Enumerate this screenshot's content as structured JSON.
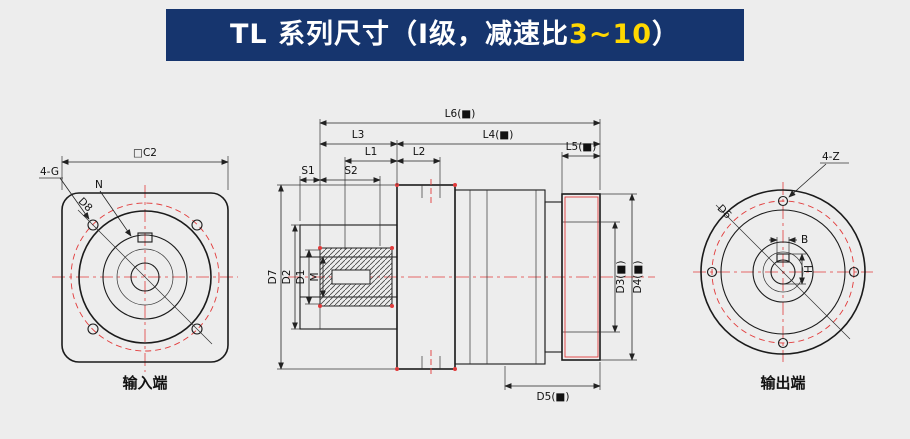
{
  "title": {
    "prefix": "TL 系列尺寸（Ⅰ级，减速比",
    "highlight": "3~10",
    "suffix": "）"
  },
  "colors": {
    "banner": "#16356e",
    "highlight": "#ffd800",
    "background": "#ededed",
    "line": "#1b1b1b",
    "accent_red": "#e23b3b"
  },
  "views": {
    "input": {
      "caption": "输入端",
      "dim_c2": "□C2",
      "dim_g": "4-G",
      "dim_n": "N",
      "dim_d8": "D8"
    },
    "section": {
      "dim_l6": "L6(■)",
      "dim_l3": "L3",
      "dim_l4": "L4(■)",
      "dim_l1": "L1",
      "dim_l2": "L2",
      "dim_l5": "L5(■)",
      "dim_s1": "S1",
      "dim_s2": "S2",
      "dim_d7": "D7",
      "dim_d2": "D2",
      "dim_d1": "D1",
      "dim_m": "M",
      "dim_d3": "D3(■)",
      "dim_d4": "D4(■)",
      "dim_d5": "D5(■)"
    },
    "output": {
      "caption": "输出端",
      "dim_z": "4-Z",
      "dim_d6": "D6",
      "dim_b": "B",
      "dim_h": "H"
    }
  }
}
